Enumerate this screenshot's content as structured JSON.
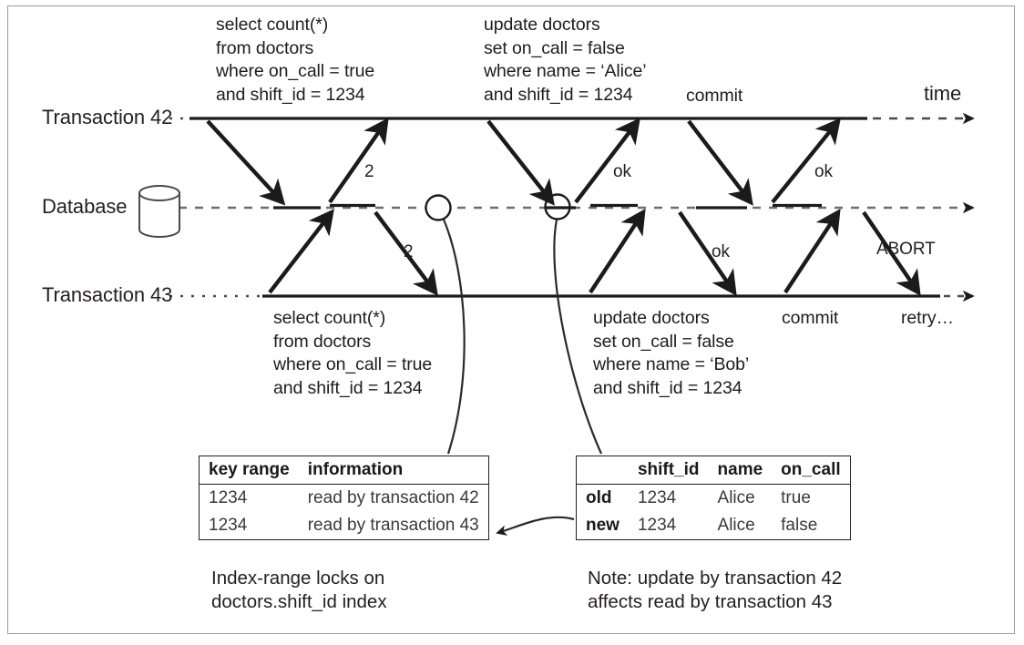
{
  "diagram": {
    "title_axis": "time",
    "lanes": [
      {
        "id": "t42",
        "label": "Transaction 42"
      },
      {
        "id": "db",
        "label": "Database"
      },
      {
        "id": "t43",
        "label": "Transaction 43"
      }
    ],
    "db_icon": "database-cylinder-icon",
    "t42_query": "select count(*)\nfrom doctors\nwhere on_call = true\nand shift_id = 1234",
    "t42_update": "update doctors\nset on_call = false\nwhere name = ‘Alice’\nand shift_id = 1234",
    "t42_commit": "commit",
    "t43_query": "select count(*)\nfrom doctors\nwhere on_call = true\nand shift_id = 1234",
    "t43_update": "update doctors\nset on_call = false\nwhere name = ‘Bob’\nand shift_id = 1234",
    "t43_commit": "commit",
    "t43_retry": "retry…",
    "reply_t42_count": "2",
    "reply_t43_count": "2",
    "reply_t42_update_ok": "ok",
    "reply_t42_commit_ok": "ok",
    "reply_t43_update_ok": "ok",
    "reply_t43_commit_abort": "ABORT"
  },
  "lock_table": {
    "headers": [
      "key range",
      "information"
    ],
    "rows": [
      [
        "1234",
        "read by transaction 42"
      ],
      [
        "1234",
        "read by transaction 43"
      ]
    ]
  },
  "row_table": {
    "headers": [
      "",
      "shift_id",
      "name",
      "on_call"
    ],
    "rows": [
      [
        "old",
        "1234",
        "Alice",
        "true"
      ],
      [
        "new",
        "1234",
        "Alice",
        "false"
      ]
    ]
  },
  "captions": {
    "left": "Index-range locks on\ndoctors.shift_id index",
    "right": "Note: update by transaction 42\naffects read by transaction 43"
  },
  "colors": {
    "ink": "#231f20",
    "text": "#3a3a3a",
    "frame": "#9b9b9b",
    "dash": "#6f6f6f"
  }
}
